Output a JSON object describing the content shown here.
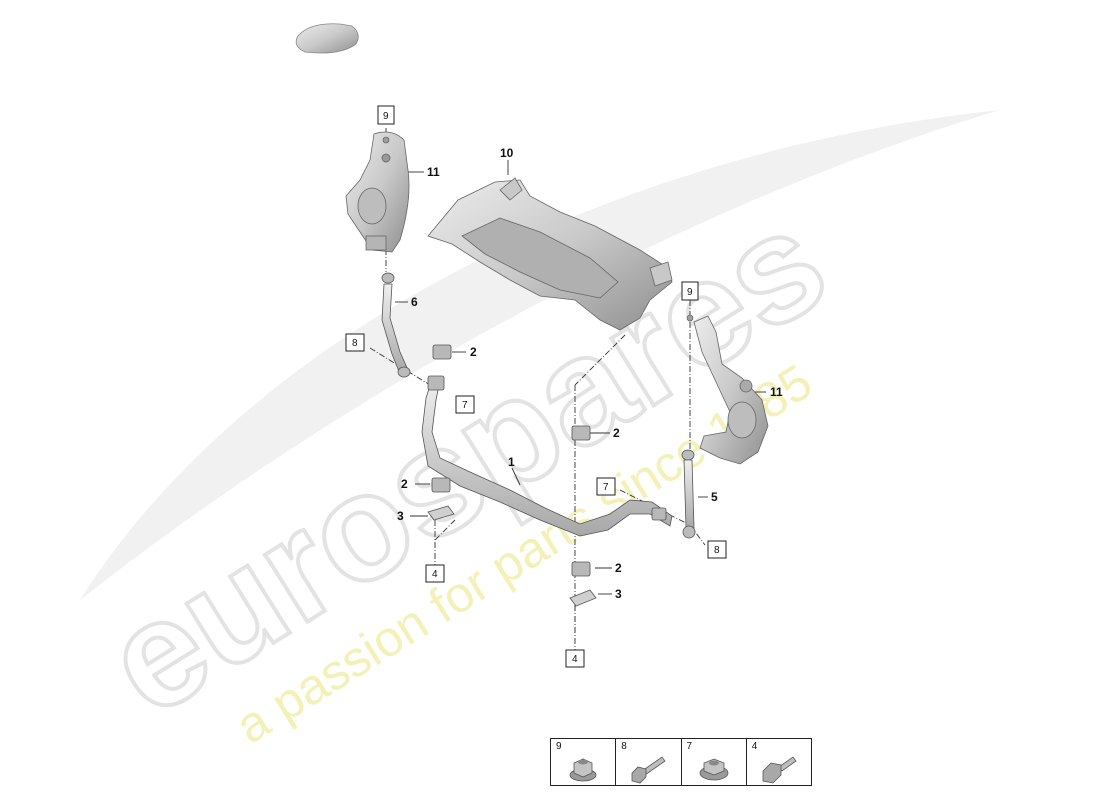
{
  "watermark": {
    "brand": "eurospares",
    "tagline": "a passion for parts since 1985"
  },
  "callouts": [
    {
      "id": "c11a",
      "text": "11"
    },
    {
      "id": "c10",
      "text": "10"
    },
    {
      "id": "c6",
      "text": "6"
    },
    {
      "id": "c2a",
      "text": "2"
    },
    {
      "id": "c11b",
      "text": "11"
    },
    {
      "id": "c2b",
      "text": "2"
    },
    {
      "id": "c1",
      "text": "1"
    },
    {
      "id": "c2c",
      "text": "2"
    },
    {
      "id": "c3a",
      "text": "3"
    },
    {
      "id": "c5",
      "text": "5"
    },
    {
      "id": "c2d",
      "text": "2"
    },
    {
      "id": "c3b",
      "text": "3"
    }
  ],
  "boxed_refs": [
    {
      "id": "b9a",
      "text": "9"
    },
    {
      "id": "b9b",
      "text": "9"
    },
    {
      "id": "b8a",
      "text": "8"
    },
    {
      "id": "b7a",
      "text": "7"
    },
    {
      "id": "b7b",
      "text": "7"
    },
    {
      "id": "b8b",
      "text": "8"
    },
    {
      "id": "b4a",
      "text": "4"
    },
    {
      "id": "b4b",
      "text": "4"
    }
  ],
  "parts_table": [
    {
      "number": "9",
      "icon": "flange-nut-icon"
    },
    {
      "number": "8",
      "icon": "bolt-icon"
    },
    {
      "number": "7",
      "icon": "flange-nut-icon"
    },
    {
      "number": "4",
      "icon": "hex-bolt-icon"
    }
  ],
  "colors": {
    "part_fill": "#d4d4d4",
    "part_dark": "#9a9a9a",
    "line": "#333333",
    "watermark_gray": "#e6e6e6",
    "watermark_yellow": "#f3f0b0"
  }
}
